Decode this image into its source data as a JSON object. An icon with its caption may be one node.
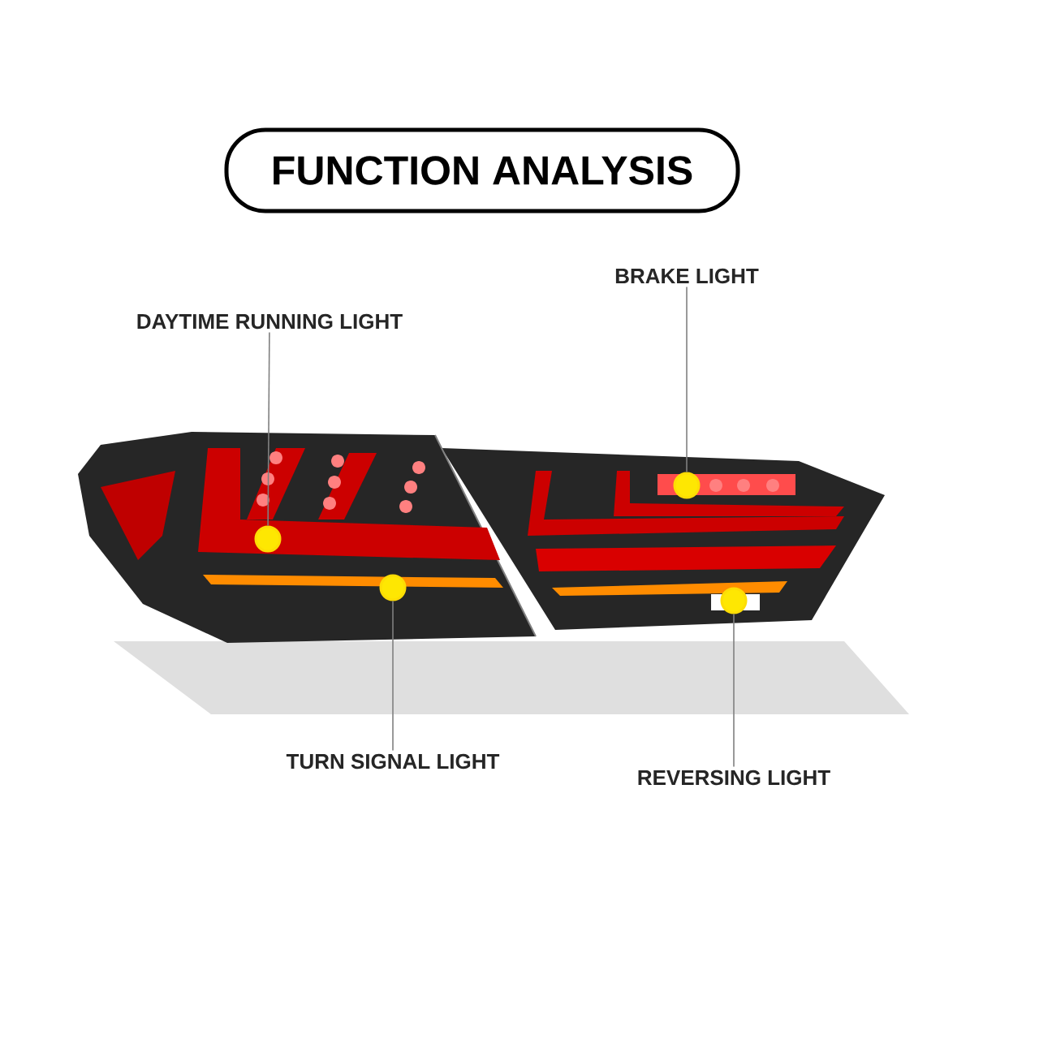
{
  "diagram": {
    "title": "FUNCTION ANALYSIS",
    "nodes": [
      {
        "text": [
          "BRAKE LIGHT"
        ]
      },
      {
        "text": [
          "DAYTIME RUNNING LIGHT"
        ]
      },
      {
        "text": [
          "TURN SIGNAL LIGHT"
        ]
      },
      {
        "text": [
          "REVERSING LIGHT"
        ]
      },
      {
        "text": [],
        "shape": "circle"
      },
      {
        "text": [],
        "shape": "circle"
      },
      {
        "text": [],
        "shape": "circle"
      },
      {
        "text": [],
        "shape": "circle"
      }
    ],
    "edges": [
      {
        "from": 1,
        "to": 4,
        "arrow": "none"
      },
      {
        "from": 2,
        "to": 5,
        "arrow": "none"
      },
      {
        "from": 0,
        "to": 6,
        "arrow": "none"
      },
      {
        "from": 3,
        "to": 7,
        "arrow": "none"
      }
    ]
  }
}
